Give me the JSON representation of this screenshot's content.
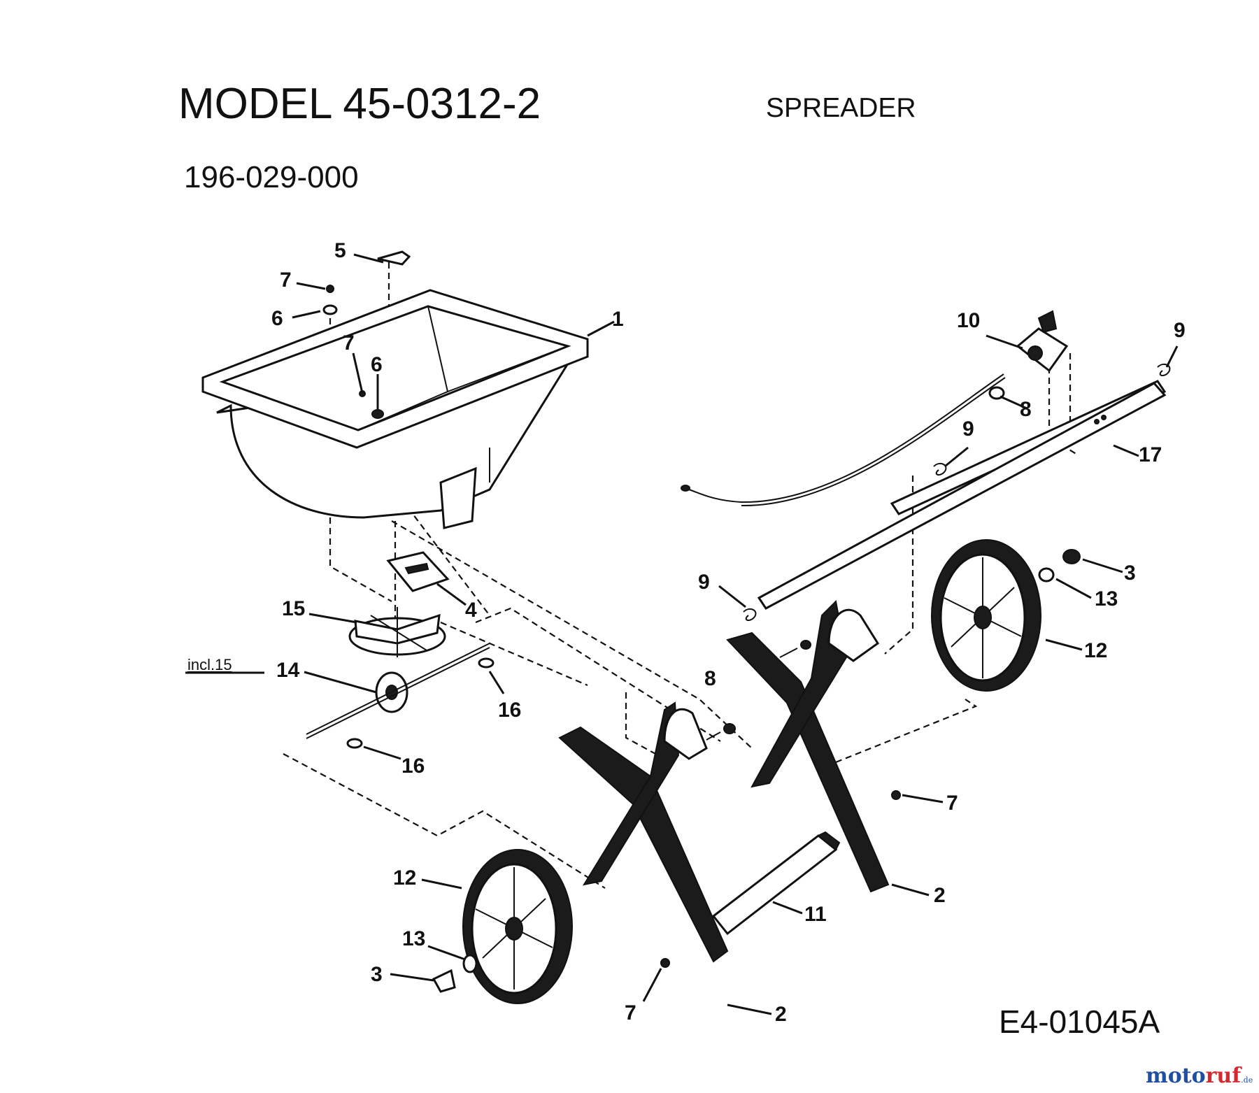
{
  "header": {
    "model": "MODEL 45-0312-2",
    "product_type": "SPREADER",
    "part_number": "196-029-000"
  },
  "figure_code": "E4-01045A",
  "note": "incl.15",
  "watermark": {
    "part1": "moto",
    "part2": "ruf",
    "part3": ".de"
  },
  "callouts": {
    "hopper": "1",
    "frame_front": "2",
    "frame_rear": "2",
    "hubcap_left": "3",
    "hubcap_right": "3",
    "shutter_plate": "4",
    "hopper_pin": "5",
    "washer_top": "6",
    "washer_inner": "6",
    "screw_top": "7",
    "screw_inner": "7",
    "screw_frame_right": "7",
    "screw_frame_bottom": "7",
    "bolt_control": "8",
    "bolt_frame": "8",
    "clip_handle_top": "9",
    "clip_handle_mid": "9",
    "clip_handle_low": "9",
    "control_lever": "10",
    "cross_brace": "11",
    "wheel_left": "12",
    "wheel_right": "12",
    "axle_washer_left": "13",
    "axle_washer_right": "13",
    "gear_box": "14",
    "impeller": "15",
    "cotter_pin_upper": "16",
    "cotter_pin_lower": "16",
    "handle": "17"
  }
}
